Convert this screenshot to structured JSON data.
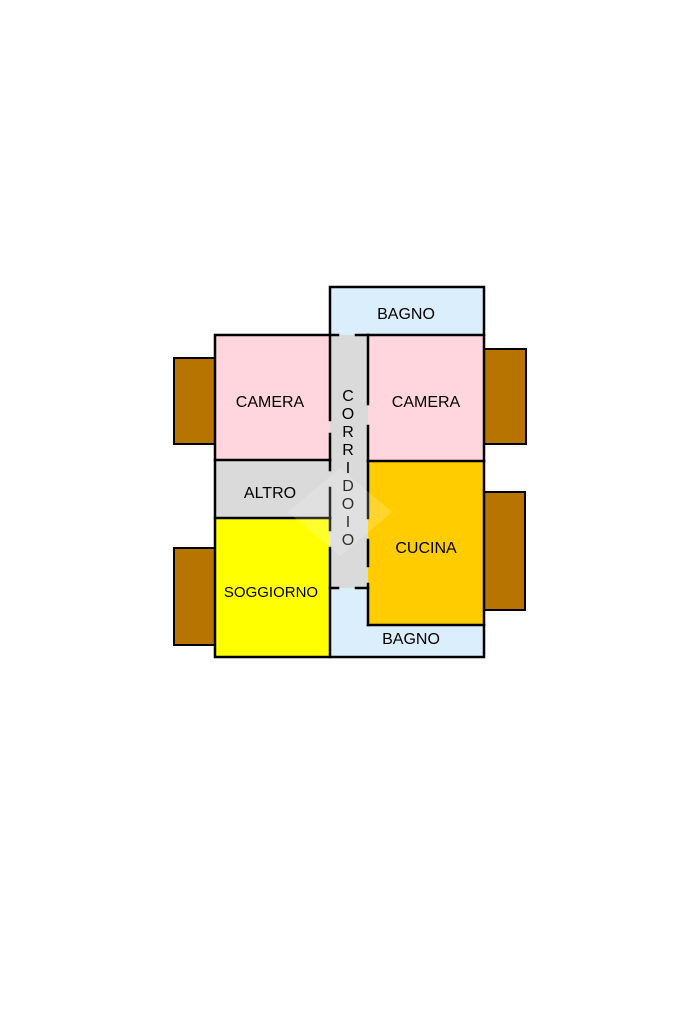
{
  "floorplan": {
    "rooms": {
      "bagno_top": {
        "label": "BAGNO",
        "color": "#dbeefc"
      },
      "camera_left": {
        "label": "CAMERA",
        "color": "#ffd5de"
      },
      "camera_right": {
        "label": "CAMERA",
        "color": "#ffd5de"
      },
      "altro": {
        "label": "ALTRO",
        "color": "#dadada"
      },
      "corridoio": {
        "label": "CORRIDOIO",
        "letters": [
          "C",
          "O",
          "R",
          "R",
          "I",
          "D",
          "O",
          "I",
          "O"
        ],
        "color": "#dadada"
      },
      "cucina": {
        "label": "CUCINA",
        "color": "#ffcc00"
      },
      "soggiorno": {
        "label": "SOGGIORNO",
        "color": "#ffff00"
      },
      "bagno_bottom": {
        "label": "BAGNO",
        "color": "#dbeefc"
      }
    },
    "balcony_color": "#b87400",
    "wall_color": "#000000"
  }
}
